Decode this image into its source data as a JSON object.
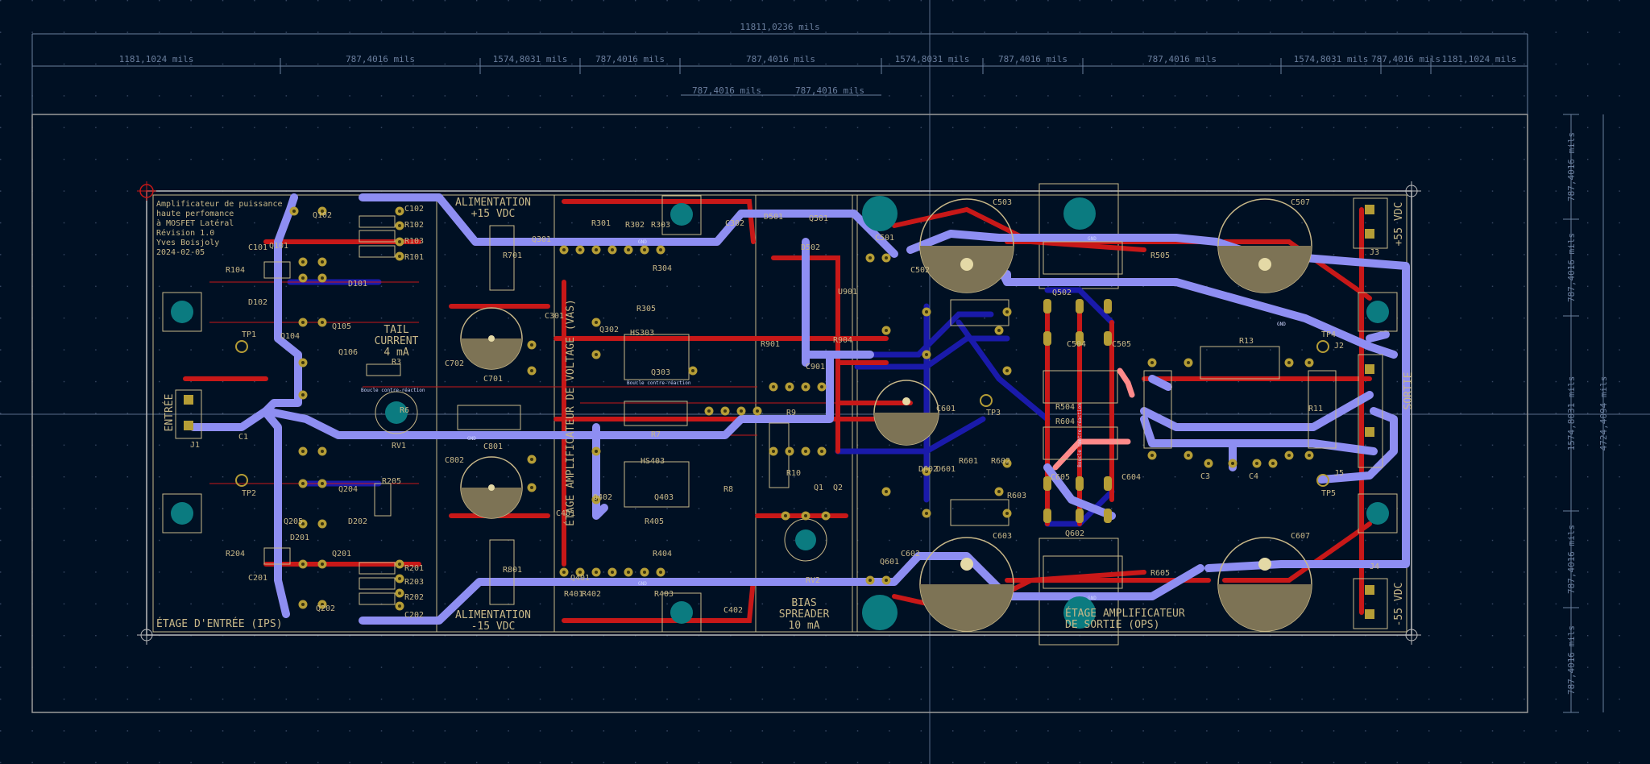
{
  "canvas": {
    "background": "#001023",
    "grid_color": "#3a4a66"
  },
  "colors": {
    "board_edge": "#bcbcbc",
    "copper_front": "#c81818",
    "copper_back": "#1a1aaa",
    "wide_trace": "#8e8ef2",
    "silkscreen": "#c8b888",
    "pad": "#b59d36",
    "mounting_hole": "#0b7b80",
    "dimension": "#6a7f9e",
    "cursor": "#5a6b88",
    "highlight": "#ff8a8a"
  },
  "dimensions": {
    "top_total": "11811,0236 mils",
    "top_segments": [
      "1181,1024 mils",
      "787,4016 mils",
      "1574,8031 mils",
      "787,4016 mils",
      "787,4016 mils",
      "1574,8031 mils",
      "787,4016 mils",
      "787,4016 mils",
      "1574,8031 mils",
      "787,4016 mils",
      "1181,1024 mils"
    ],
    "inner_segments": [
      "787,4016 mils",
      "787,4016 mils"
    ],
    "right_total": "4724,4094 mils",
    "right_segments": [
      "787,4016 mils",
      "787,4016 mils",
      "1574,8031 mils",
      "787,4016 mils",
      "787,4016 mils"
    ]
  },
  "title_block": [
    "Amplificateur de puissance",
    "haute perfomance",
    "à MOSFET Latéral",
    "Révision 1.0",
    "Yves Boisjoly",
    "2024-02-05"
  ],
  "sections": {
    "ips": "ÉTAGE D'ENTRÉE (IPS)",
    "psu_pos": [
      "ALIMENTATION",
      "+15 VDC"
    ],
    "psu_neg": [
      "ALIMENTATION",
      "-15 VDC"
    ],
    "vas": "ÉTAGE AMPLIFICATEUR DE VOLTAGE (VAS)",
    "tail": [
      "TAIL",
      "CURRENT",
      "4 mA"
    ],
    "bias": [
      "BIAS",
      "SPREADER",
      "10 mA"
    ],
    "ops": [
      "ÉTAGE AMPLIFICATEUR",
      "DE SORTIE (OPS)"
    ],
    "entree": "ENTRÉE",
    "sortie": "SORTIE",
    "vpos": "+55 VDC",
    "vneg": "-55 VDC",
    "feedback": "Boucle contre-réaction",
    "gnd": "GND"
  },
  "refdes": [
    "Q101",
    "Q102",
    "C102",
    "R102",
    "R103",
    "R101",
    "C101",
    "R104",
    "D101",
    "D102",
    "Q104",
    "Q105",
    "Q106",
    "R3",
    "R6",
    "RV1",
    "C1",
    "J1",
    "Q201",
    "Q202",
    "C202",
    "R201",
    "R203",
    "R202",
    "C201",
    "R204",
    "D201",
    "D202",
    "Q204",
    "Q205",
    "R205",
    "C701",
    "C702",
    "R701",
    "C801",
    "C802",
    "R801",
    "R301",
    "R302",
    "R303",
    "R304",
    "R305",
    "C301",
    "Q301",
    "Q302",
    "HS303",
    "Q303",
    "R7",
    "C302",
    "HS403",
    "Q403",
    "R404",
    "R405",
    "R401",
    "R402",
    "R403",
    "C401",
    "C402",
    "Q401",
    "Q402",
    "D501",
    "D502",
    "Q501",
    "U901",
    "C901",
    "R901",
    "R904",
    "R9",
    "R8",
    "R10",
    "Q1",
    "Q2",
    "RV2",
    "C501",
    "C502",
    "C503",
    "C504",
    "C505",
    "Q502",
    "R505",
    "R504",
    "R604",
    "R601",
    "R602",
    "R603",
    "D601",
    "D602",
    "C601",
    "C602",
    "C603",
    "C604",
    "C605",
    "Q602",
    "Q601",
    "R605",
    "C507",
    "C607",
    "R13",
    "R11",
    "J2",
    "J3",
    "J4",
    "J5",
    "C3",
    "C4",
    "TP1",
    "TP2",
    "TP3",
    "TP4",
    "TP5"
  ]
}
